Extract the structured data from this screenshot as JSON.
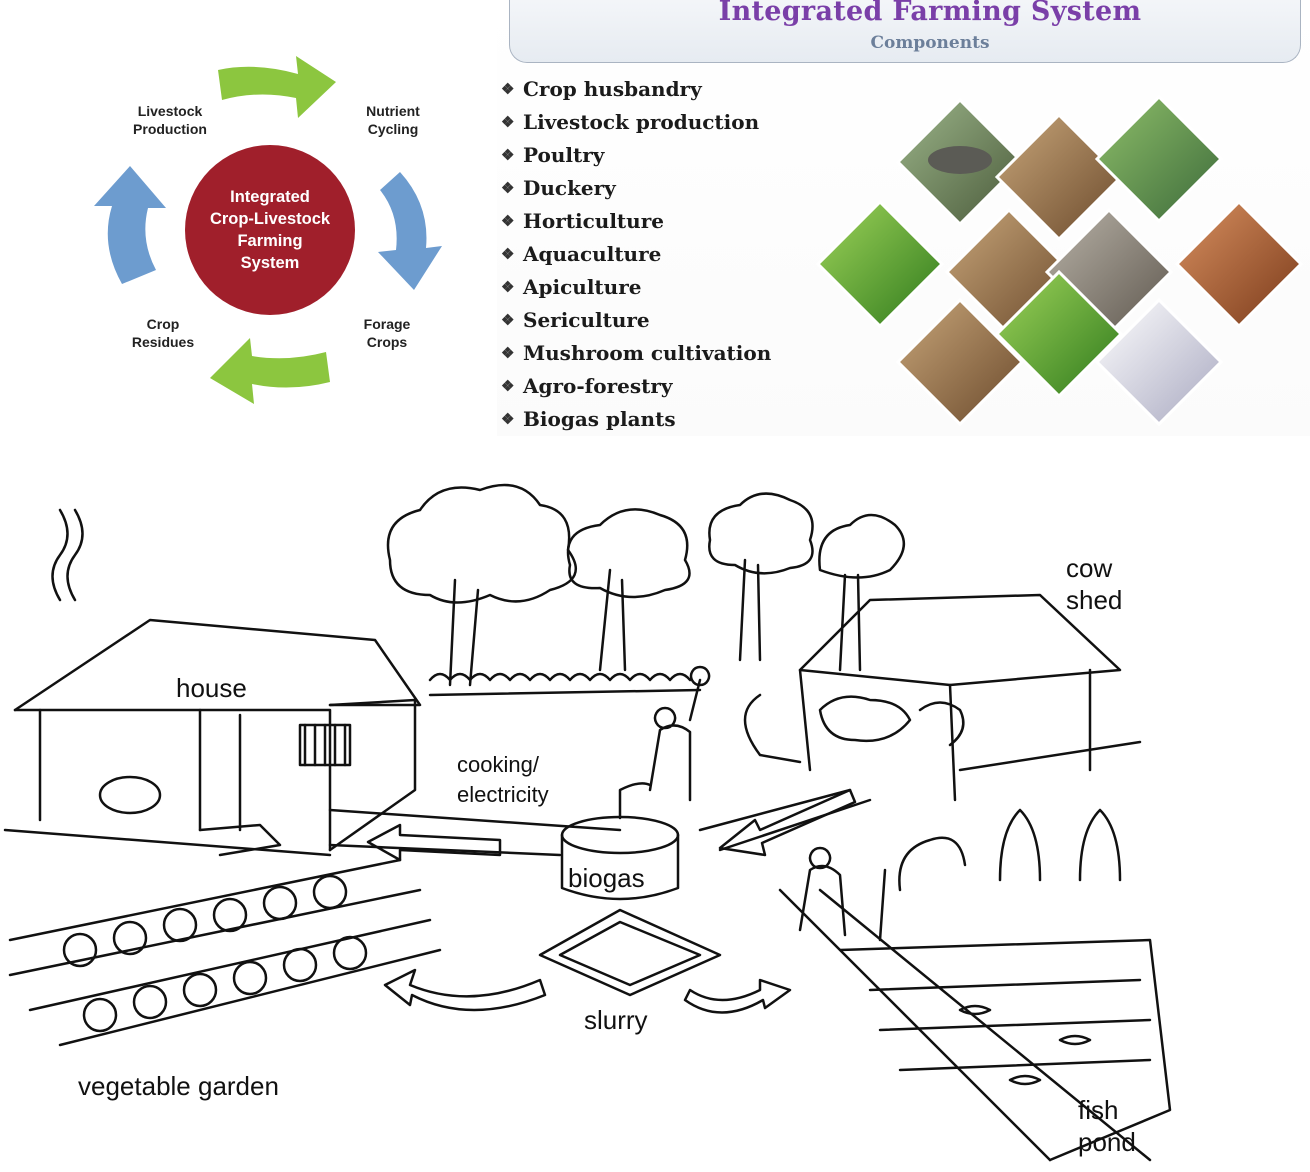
{
  "cycle": {
    "center": "Integrated\nCrop-Livestock\nFarming\nSystem",
    "nodes": [
      {
        "label": "Livestock\nProduction"
      },
      {
        "label": "Nutrient\nCycling"
      },
      {
        "label": "Forage\nCrops"
      },
      {
        "label": "Crop\nResidues"
      }
    ],
    "colors": {
      "hub": "#a01f2b",
      "green_arrow": "#8cc63f",
      "blue_arrow": "#6d9ccf"
    }
  },
  "components": {
    "title": "Integrated Farming System",
    "subtitle": "Components",
    "bullet": "❖",
    "items": [
      "Crop husbandry",
      "Livestock production",
      "Poultry",
      "Duckery",
      "Horticulture",
      "Aquaculture",
      "Apiculture",
      "Sericulture",
      "Mushroom cultivation",
      "Agro-forestry",
      "Biogas plants"
    ],
    "colors": {
      "title": "#7a3fa8",
      "subtitle": "#6c7f9a"
    }
  },
  "farm": {
    "labels": {
      "house": "house",
      "cow_shed": "cow\nshed",
      "cooking": "cooking/\nelectricity",
      "biogas": "biogas",
      "slurry": "slurry",
      "vegetable_garden": "vegetable garden",
      "fish_pond": "fish\npond"
    }
  }
}
